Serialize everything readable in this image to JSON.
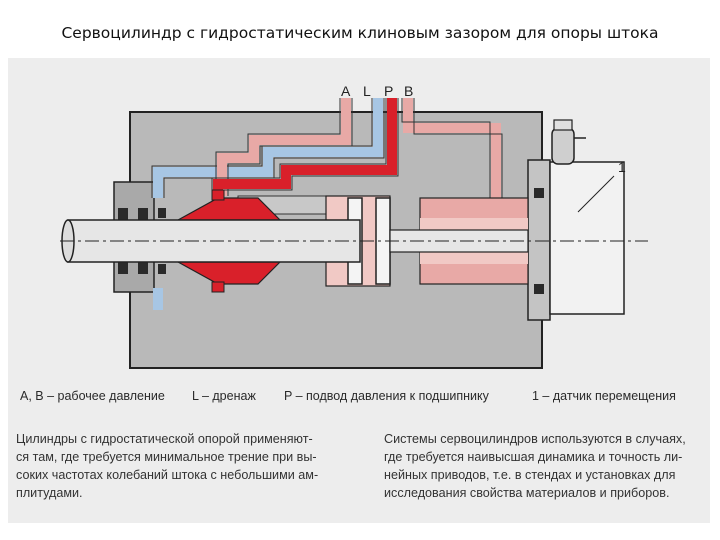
{
  "title": "Сервоцилиндр с гидростатическим клиновым зазором для опоры штока",
  "ports": {
    "a": "A",
    "l": "L",
    "p": "P",
    "b": "B"
  },
  "sensor_label": "1",
  "legend": {
    "ab": "A, B – рабочее давление",
    "l": "L – дренаж",
    "p": "P – подвод давления к подшипнику",
    "sensor": "1 – датчик перемещения"
  },
  "text_left": [
    "Цилиндры с гидростатической опорой применяют-",
    "ся там, где требуется минимальное трение при вы-",
    "соких частотах колебаний штока с небольшими ам-",
    "плитудами."
  ],
  "text_right": [
    "Системы сервоцилиндров используются в случаях,",
    "где требуется наивысшая динамика и точность ли-",
    "нейных приводов, т.е. в стендах и установках для",
    "исследования свойства материалов и приборов."
  ],
  "colors": {
    "body": "#b9b9b9",
    "pressure_red": "#d9202a",
    "working_pink": "#e8a9a6",
    "light_pink": "#f1c9c5",
    "drain_blue": "#a7c6e4",
    "rod": "#e6e6e6"
  }
}
